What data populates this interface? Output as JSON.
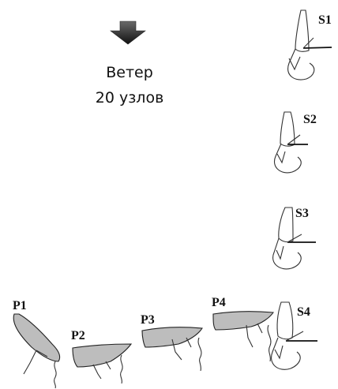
{
  "wind": {
    "line1": "Ветер",
    "line2": "20 узлов",
    "arrow_icon": "down-arrow-icon",
    "arrow_color": "#2b2b2b"
  },
  "sails_starboard": [
    {
      "label": "S1"
    },
    {
      "label": "S2"
    },
    {
      "label": "S3"
    },
    {
      "label": "S4"
    }
  ],
  "sails_port": [
    {
      "label": "P1"
    },
    {
      "label": "P2"
    },
    {
      "label": "P3"
    },
    {
      "label": "P4"
    }
  ]
}
